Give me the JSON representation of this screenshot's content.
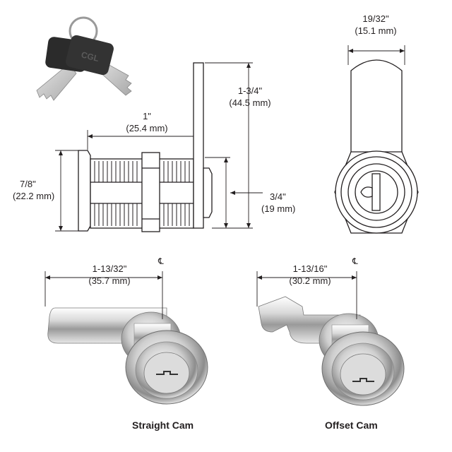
{
  "dimensions": {
    "top_width": {
      "imperial": "19/32\"",
      "metric": "(15.1 mm)"
    },
    "body_length": {
      "imperial": "1-3/4\"",
      "metric": "(44.5 mm)"
    },
    "thread_length": {
      "imperial": "1\"",
      "metric": "(25.4 mm)"
    },
    "flange_diameter": {
      "imperial": "7/8\"",
      "metric": "(22.2 mm)"
    },
    "back_length": {
      "imperial": "3/4\"",
      "metric": "(19 mm)"
    },
    "straight_cam_length": {
      "imperial": "1-13/32\"",
      "metric": "(35.7 mm)"
    },
    "offset_cam_length": {
      "imperial": "1-13/16\"",
      "metric": "(30.2 mm)"
    }
  },
  "centerline_symbol": "℄",
  "captions": {
    "straight": "Straight Cam",
    "offset": "Offset Cam"
  },
  "key_brand": "CGL",
  "colors": {
    "line": "#231f20",
    "key_head": "#2b2b2b",
    "chrome_light": "#f2f2f2",
    "chrome_dark": "#8a8a8a"
  }
}
